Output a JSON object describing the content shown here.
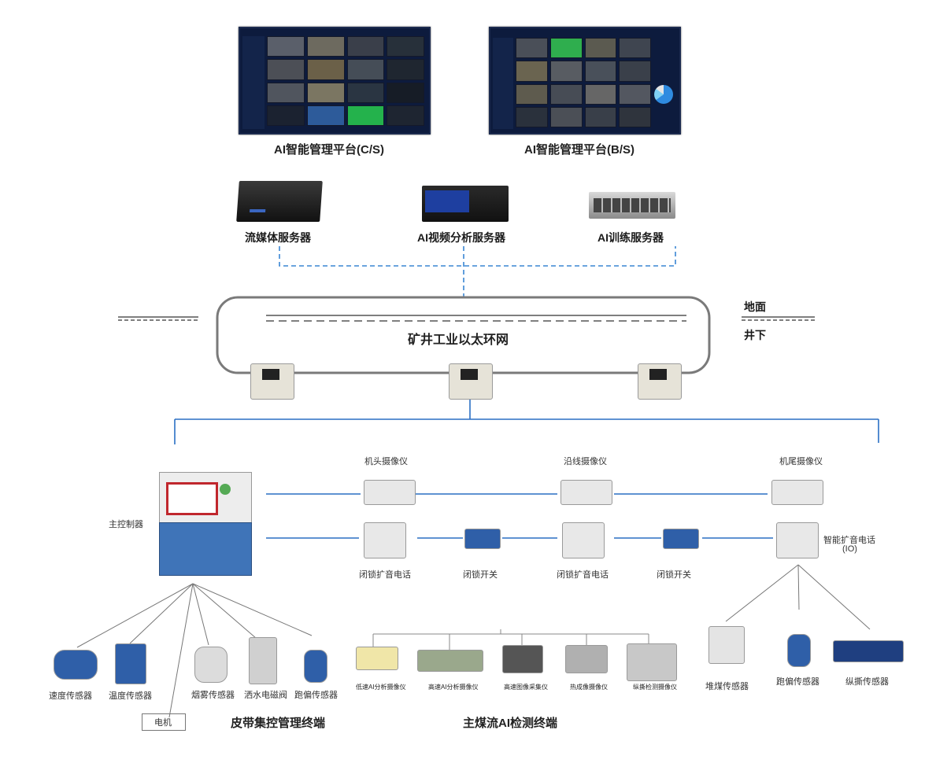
{
  "platforms": {
    "cs_label": "AI智能管理平台(C/S)",
    "bs_label": "AI智能管理平台(B/S)"
  },
  "servers": {
    "streaming": "流媒体服务器",
    "video_analysis": "AI视频分析服务器",
    "training": "AI训练服务器"
  },
  "network": {
    "ring_label": "矿井工业以太环网",
    "surface": "地面",
    "underground": "井下"
  },
  "belt_line": {
    "main_controller": "主控制器",
    "cameras": {
      "head": "机头摄像仪",
      "along": "沿线摄像仪",
      "tail": "机尾摄像仪"
    },
    "phones": {
      "locked_phone_1": "闭锁扩音电话",
      "locked_switch_1": "闭锁开关",
      "locked_phone_2": "闭锁扩音电话",
      "locked_switch_2": "闭锁开关",
      "smart_phone": "智能扩音电话",
      "smart_phone_io": "(IO)"
    }
  },
  "sensors_left": {
    "speed": "速度传感器",
    "temperature": "温度传感器",
    "smoke": "烟雾传感器",
    "sprinkler": "洒水电磁阀",
    "deviation": "跑偏传感器",
    "motor": "电机"
  },
  "sensors_right": {
    "coal_pile": "堆煤传感器",
    "deviation": "跑偏传感器",
    "tear": "纵撕传感器"
  },
  "ai_devices": {
    "low_speed": "低速AI分析摄像仪",
    "high_speed": "高速AI分析摄像仪",
    "high_speed_image": "高速图像采集仪",
    "thermal": "热成像摄像仪",
    "longitudinal": "纵撕检测摄像仪"
  },
  "sections": {
    "belt_terminal": "皮带集控管理终端",
    "coal_flow_terminal": "主煤流AI检测终端"
  },
  "colors": {
    "link_blue": "#2a6fc4",
    "ring_gray": "#7a7a7a",
    "dash_blue": "#3a86d4"
  }
}
